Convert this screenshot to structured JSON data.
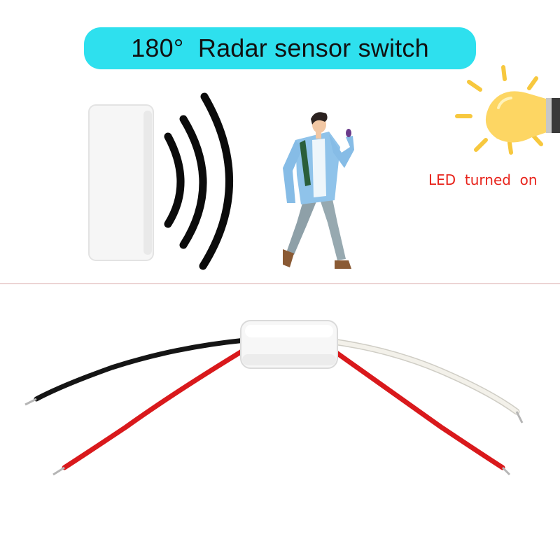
{
  "title": "180°  Radar sensor switch",
  "led_label": "LED  turned  on",
  "colors": {
    "title_pill": "#2ee0ee",
    "led_label": "#e8241c",
    "bulb": "#fdd663",
    "rays": "#f7c83e",
    "wire_black": "#151515",
    "wire_red": "#d9191c",
    "wire_white": "#f3f1ea",
    "jacket": "#8fc3ea",
    "pants": "#8ea0a8"
  },
  "icons": [
    "radar-sensor-device",
    "radar-wave-icon",
    "walking-person",
    "light-bulb-icon",
    "sensor-module-with-wires"
  ]
}
